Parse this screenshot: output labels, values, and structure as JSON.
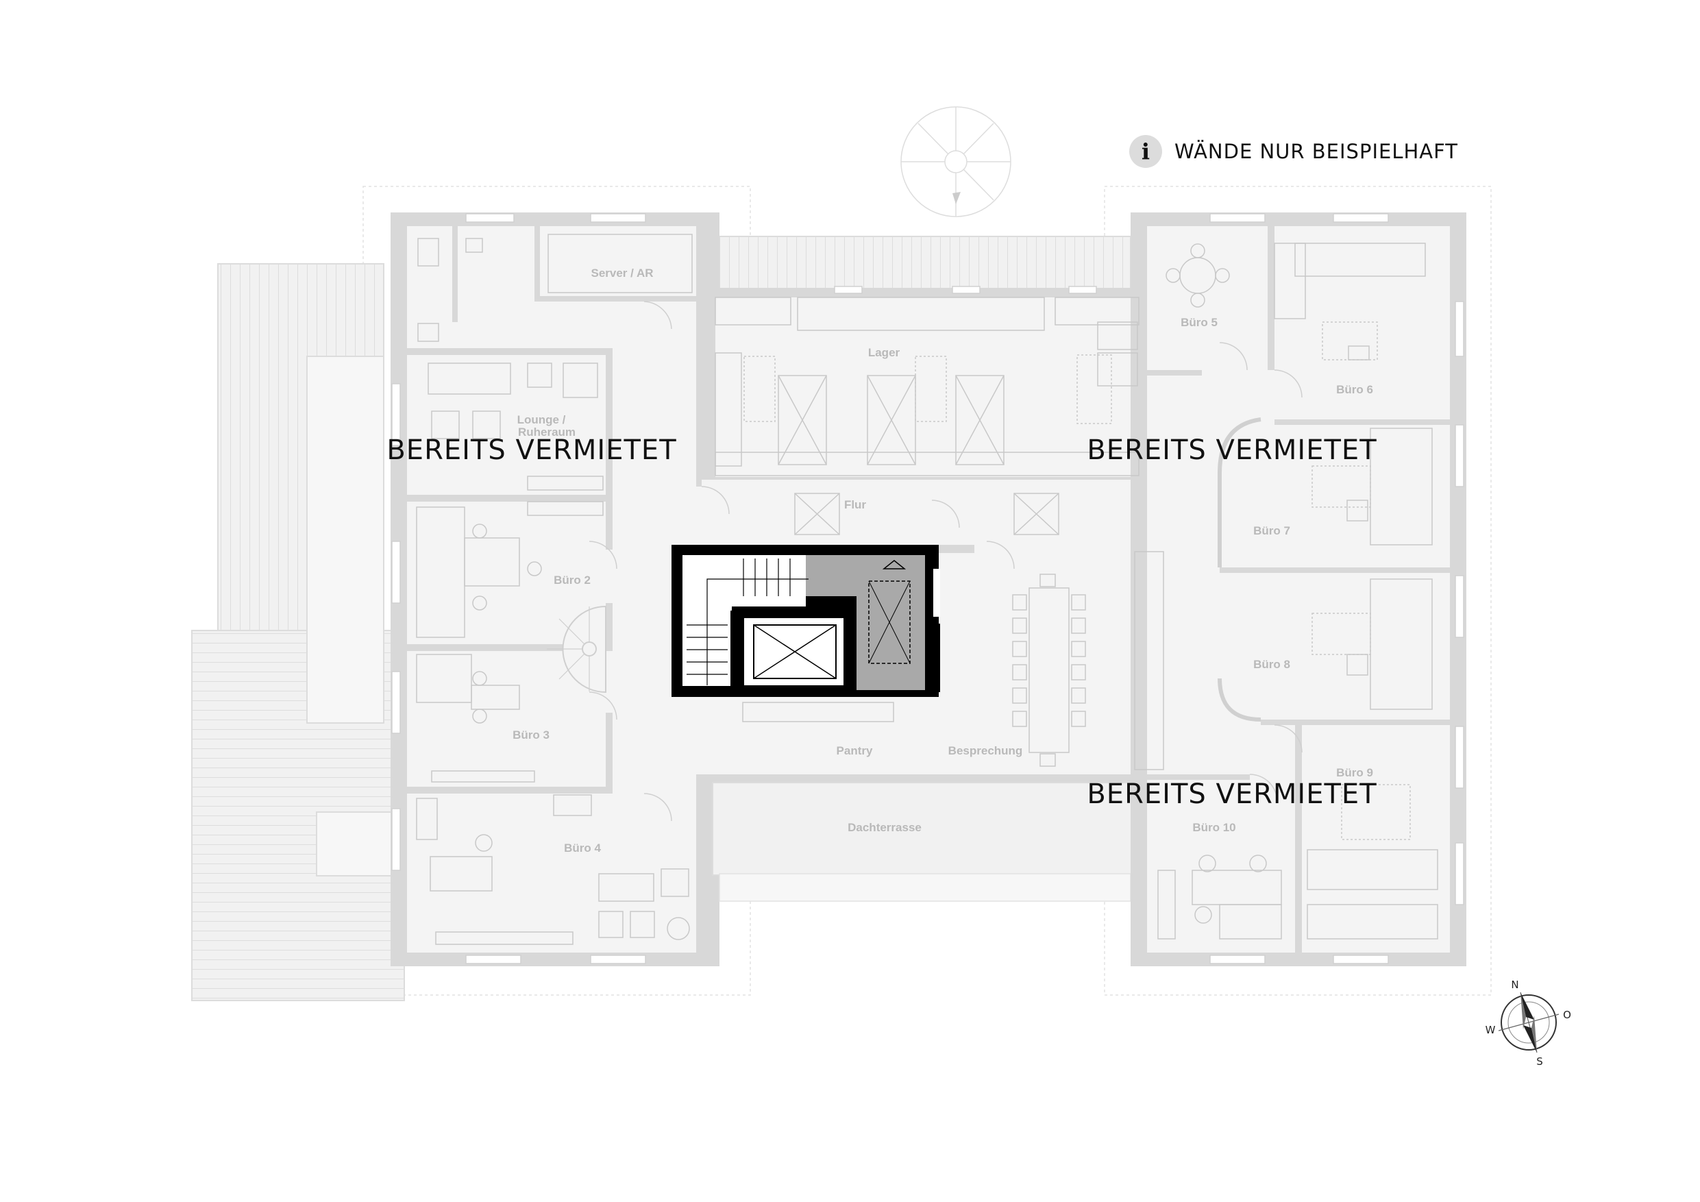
{
  "note": {
    "icon": "info-icon",
    "icon_glyph": "i",
    "text": "WÄNDE NUR BEISPIELHAFT"
  },
  "rooms": {
    "server": "Server / AR",
    "lager": "Lager",
    "lounge_line1": "Lounge /",
    "lounge_line2": "Ruheraum",
    "flur": "Flur",
    "buero2": "Büro 2",
    "buero3": "Büro 3",
    "buero4": "Büro 4",
    "buero5": "Büro 5",
    "buero6": "Büro 6",
    "buero7": "Büro 7",
    "buero8": "Büro 8",
    "buero9": "Büro 9",
    "buero10": "Büro 10",
    "pantry": "Pantry",
    "besprechung": "Besprechung",
    "dachterrasse": "Dachterrasse"
  },
  "status_labels": {
    "left": "BEREITS VERMIETET",
    "right_top": "BEREITS VERMIETET",
    "right_bottom": "BEREITS VERMIETET"
  },
  "compass": {
    "n": "N",
    "o": "O",
    "s": "S",
    "w": "W"
  },
  "colors": {
    "wall": "#d6d6d6",
    "floor": "#f4f4f4",
    "furniture": "#c4c4c4",
    "core": "#000000",
    "core_fill": "#a9a9a9"
  }
}
